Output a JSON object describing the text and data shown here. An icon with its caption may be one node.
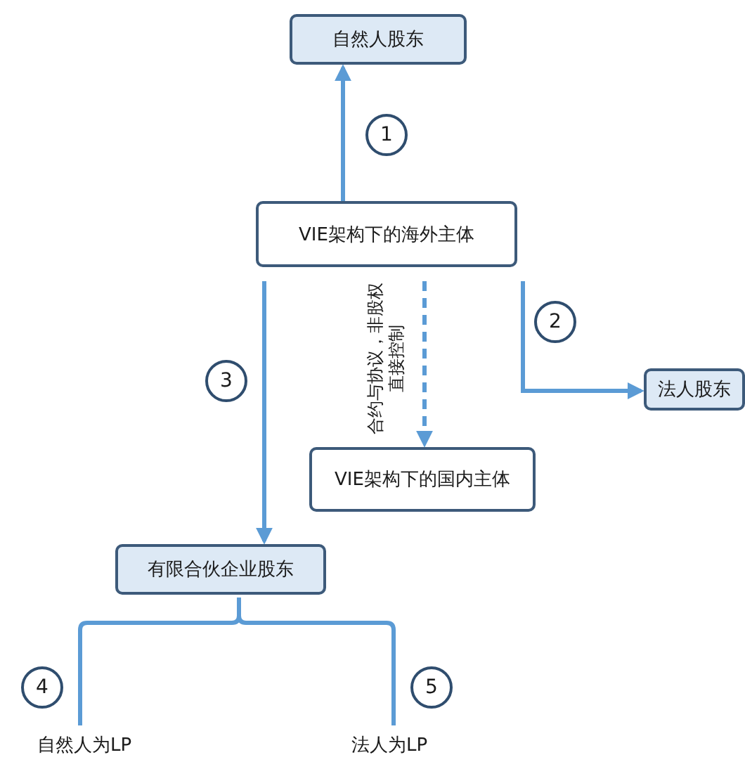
{
  "diagram": {
    "nodes": [
      {
        "text": [
          "自然人股东"
        ]
      },
      {
        "text": [
          "VIE架构下的海外主体"
        ]
      },
      {
        "text": [
          "法人股东"
        ]
      },
      {
        "text": [
          "VIE架构下的国内主体"
        ]
      },
      {
        "text": [
          "有限合伙企业股东"
        ]
      },
      {
        "text": [
          "自然人为LP"
        ]
      },
      {
        "text": [
          "法人为LP"
        ]
      }
    ],
    "edges": [
      {
        "from": 1,
        "to": 0,
        "arrow": "to",
        "label": "1"
      },
      {
        "from": 1,
        "to": 2,
        "arrow": "to",
        "label": "2"
      },
      {
        "from": 1,
        "to": 3,
        "arrow": "to",
        "style": "dashed",
        "label": "合约与协议，非股权直接控制"
      },
      {
        "from": 1,
        "to": 4,
        "arrow": "to",
        "label": "3"
      },
      {
        "from": 4,
        "to": 5,
        "arrow": "none",
        "label": "4"
      },
      {
        "from": 4,
        "to": 6,
        "arrow": "none",
        "label": "5"
      }
    ]
  }
}
